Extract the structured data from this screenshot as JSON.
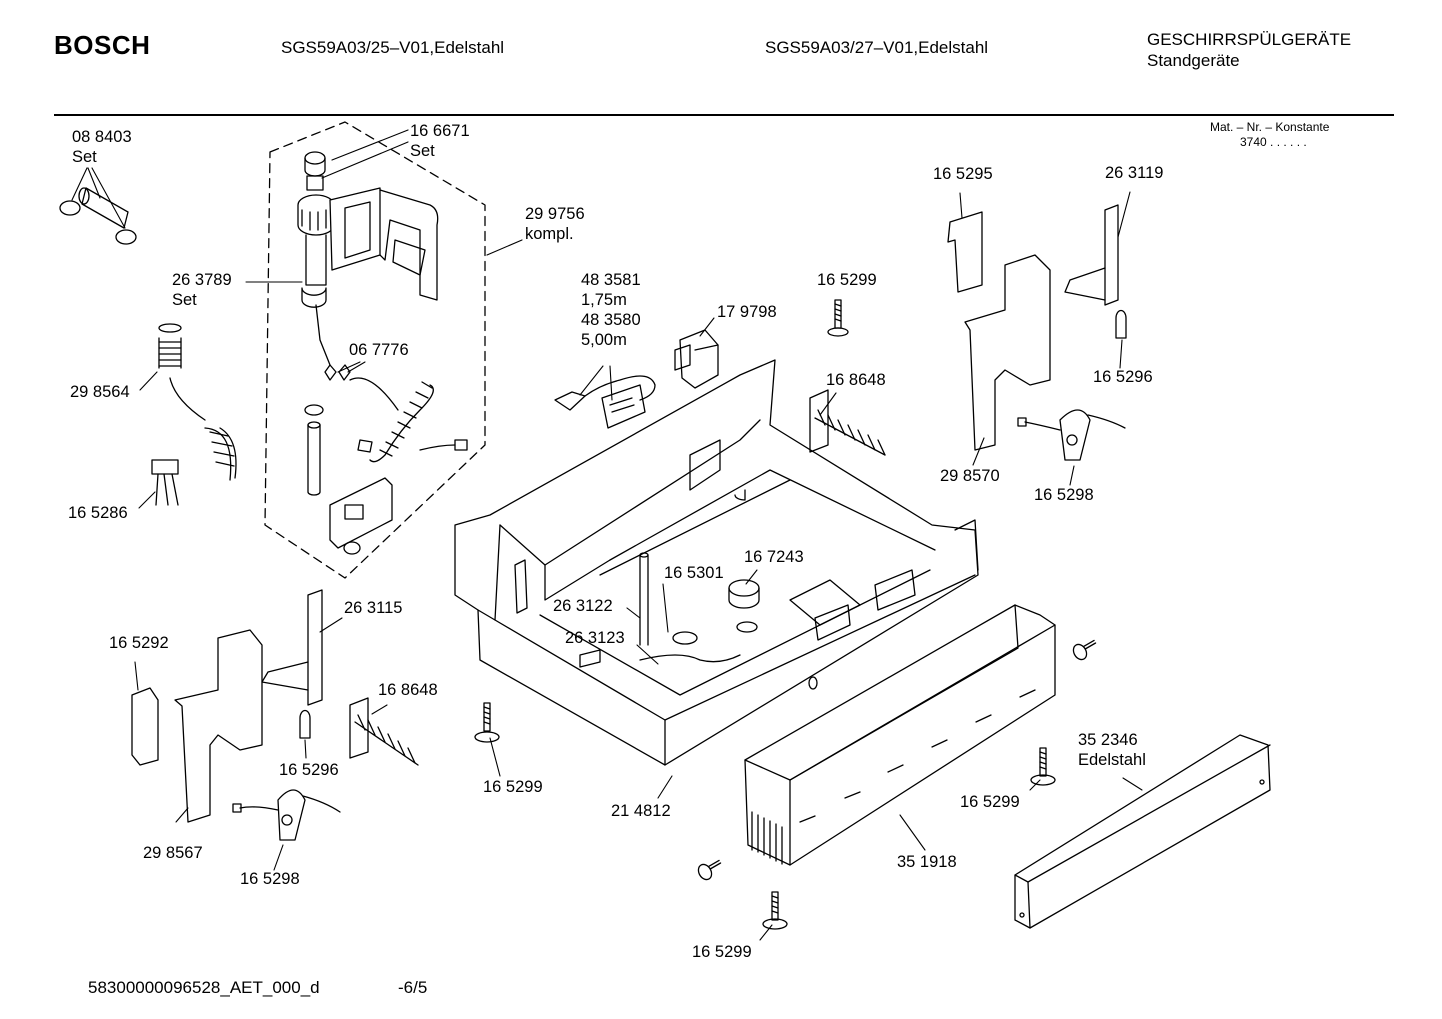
{
  "header": {
    "brand": "BOSCH",
    "model_left": "SGS59A03/25–V01,Edelstahl",
    "model_right": "SGS59A03/27–V01,Edelstahl",
    "category_line1": "GESCHIRRSPÜLGERÄTE",
    "category_line2": "Standgeräte",
    "mat_line1": "Mat. – Nr. – Konstante",
    "mat_line2": "3740  .  .  .  .  .  ."
  },
  "parts": [
    {
      "id": "p1",
      "lines": [
        "08 8403",
        "Set"
      ]
    },
    {
      "id": "p2",
      "lines": [
        "16 6671",
        "Set"
      ]
    },
    {
      "id": "p3",
      "lines": [
        "29 9756",
        "kompl."
      ]
    },
    {
      "id": "p4",
      "lines": [
        "26 3789",
        "Set"
      ]
    },
    {
      "id": "p5",
      "lines": [
        "06 7776"
      ]
    },
    {
      "id": "p6",
      "lines": [
        "29 8564"
      ]
    },
    {
      "id": "p7",
      "lines": [
        "16 5286"
      ]
    },
    {
      "id": "p8",
      "lines": [
        "48 3581",
        "1,75m",
        "48 3580",
        "5,00m"
      ]
    },
    {
      "id": "p9",
      "lines": [
        "17 9798"
      ]
    },
    {
      "id": "p10",
      "lines": [
        "16 5299"
      ]
    },
    {
      "id": "p11",
      "lines": [
        "16 8648"
      ]
    },
    {
      "id": "p12",
      "lines": [
        "16 5295"
      ]
    },
    {
      "id": "p13",
      "lines": [
        "26 3119"
      ]
    },
    {
      "id": "p14",
      "lines": [
        "16 5296"
      ]
    },
    {
      "id": "p15",
      "lines": [
        "29 8570"
      ]
    },
    {
      "id": "p16",
      "lines": [
        "16 5298"
      ]
    },
    {
      "id": "p17",
      "lines": [
        "16 7243"
      ]
    },
    {
      "id": "p18",
      "lines": [
        "16 5301"
      ]
    },
    {
      "id": "p19",
      "lines": [
        "26 3122"
      ]
    },
    {
      "id": "p20",
      "lines": [
        "26 3123"
      ]
    },
    {
      "id": "p21",
      "lines": [
        "26 3115"
      ]
    },
    {
      "id": "p22",
      "lines": [
        "16 5292"
      ]
    },
    {
      "id": "p23",
      "lines": [
        "16 8648"
      ]
    },
    {
      "id": "p24",
      "lines": [
        "16 5296"
      ]
    },
    {
      "id": "p25",
      "lines": [
        "29 8567"
      ]
    },
    {
      "id": "p26",
      "lines": [
        "16 5298"
      ]
    },
    {
      "id": "p27",
      "lines": [
        "16 5299"
      ]
    },
    {
      "id": "p28",
      "lines": [
        "21 4812"
      ]
    },
    {
      "id": "p29",
      "lines": [
        "35 2346",
        "Edelstahl"
      ]
    },
    {
      "id": "p30",
      "lines": [
        "16 5299"
      ]
    },
    {
      "id": "p31",
      "lines": [
        "35 1918"
      ]
    },
    {
      "id": "p32",
      "lines": [
        "16 5299"
      ]
    }
  ],
  "footer": {
    "doc_id": "58300000096528_AET_000_d",
    "page": "-6/5"
  }
}
